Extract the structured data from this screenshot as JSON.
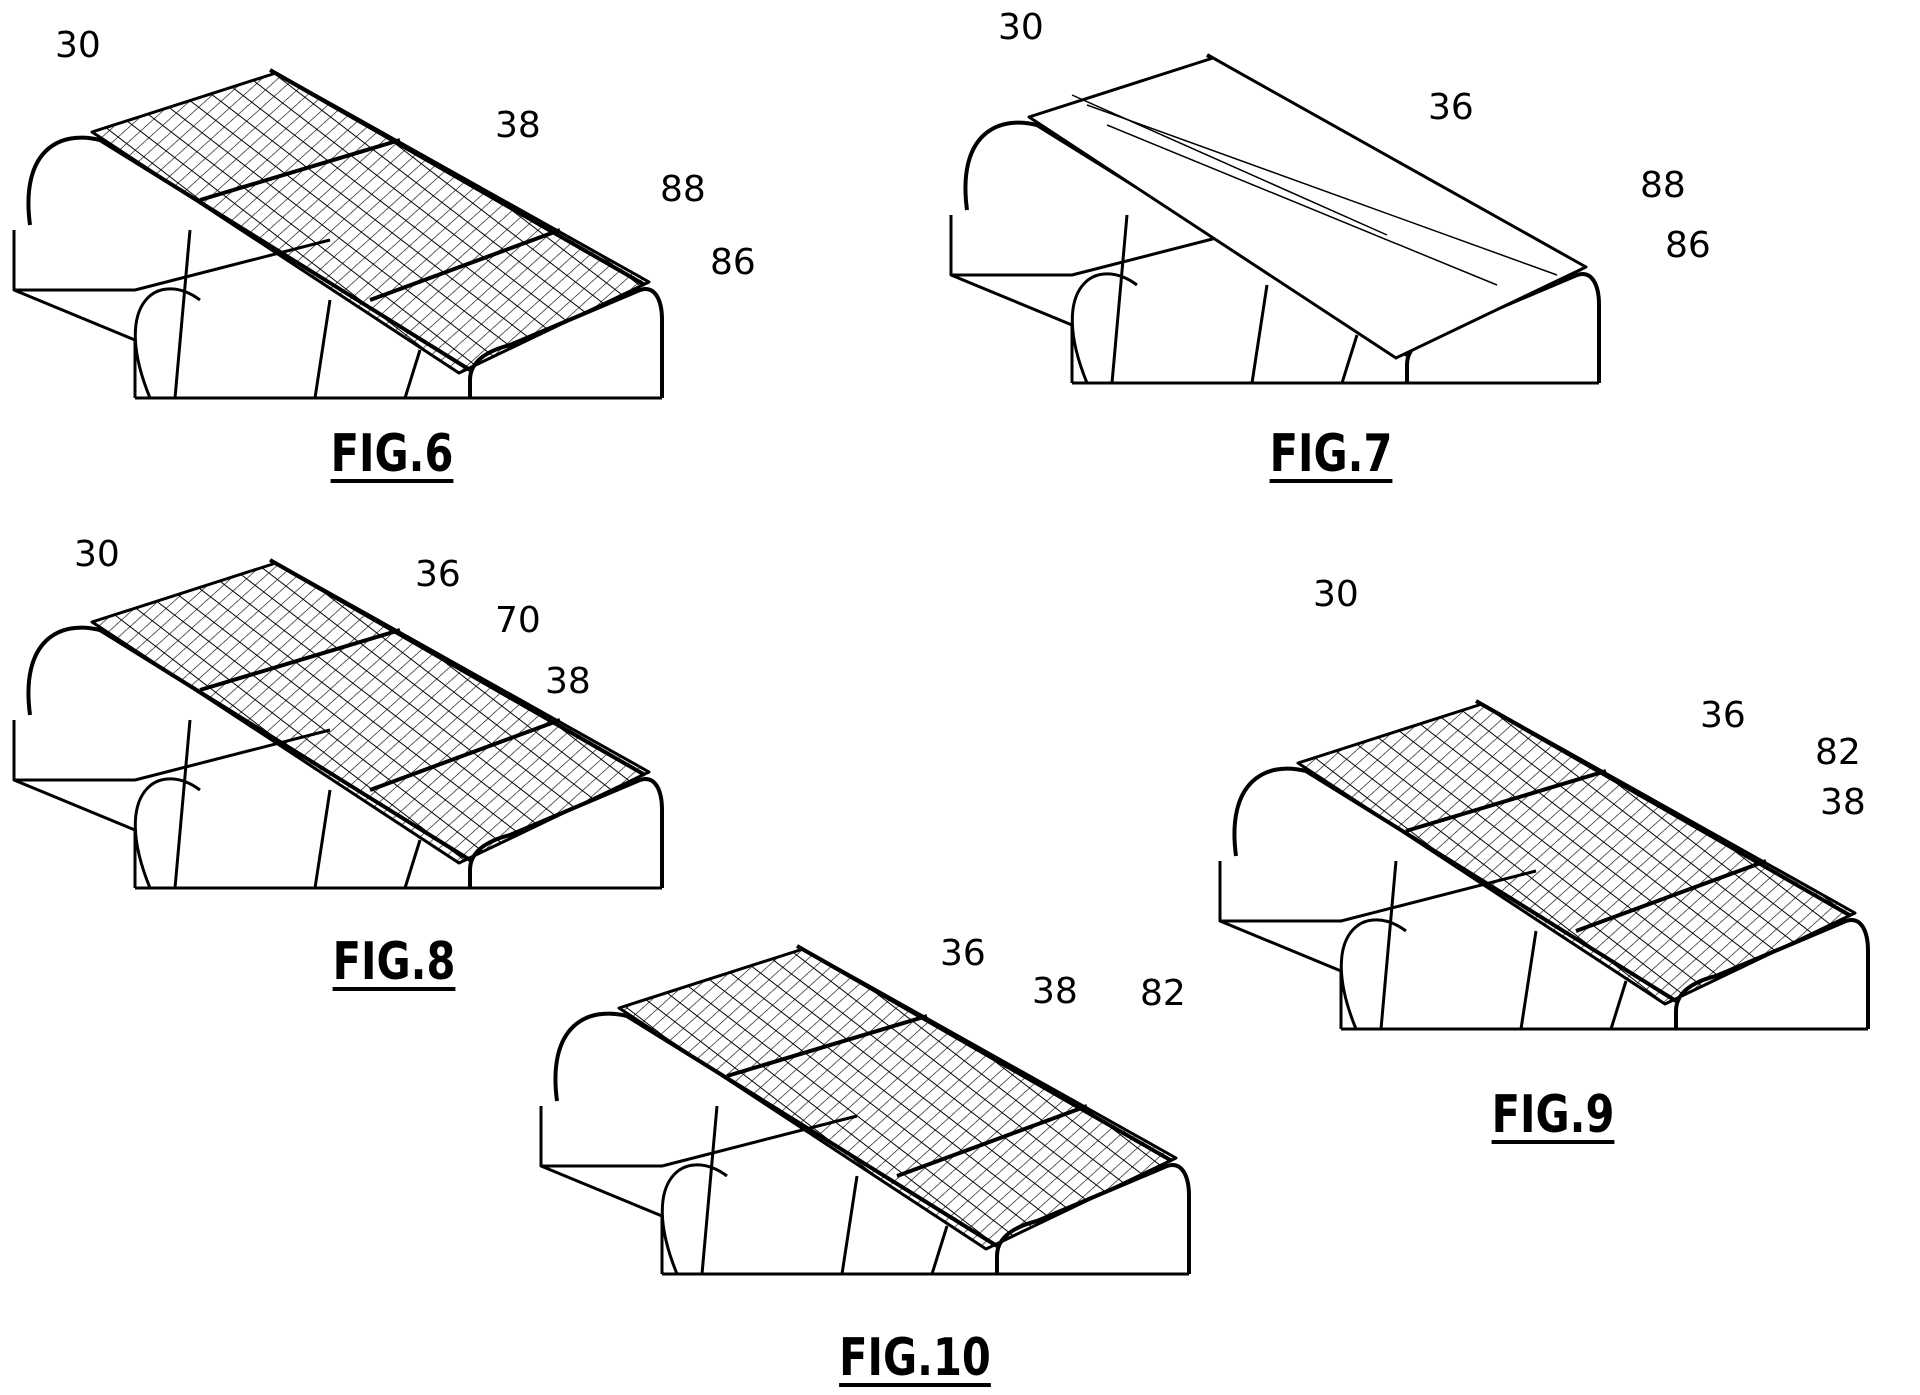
{
  "figures": [
    {
      "label": "FIG.6",
      "roof": "mesh",
      "refs": [
        "30",
        "38",
        "88",
        "86"
      ]
    },
    {
      "label": "FIG.7",
      "roof": "solid",
      "refs": [
        "30",
        "36",
        "88",
        "86"
      ]
    },
    {
      "label": "FIG.8",
      "roof": "mesh",
      "refs": [
        "30",
        "36",
        "70",
        "38"
      ]
    },
    {
      "label": "FIG.9",
      "roof": "mesh",
      "refs": [
        "30",
        "36",
        "82",
        "38"
      ]
    },
    {
      "label": "FIG.10",
      "roof": "mesh",
      "refs": [
        "36",
        "38",
        "82"
      ]
    }
  ],
  "colors": {
    "ink": "#000000",
    "paper": "#ffffff"
  }
}
